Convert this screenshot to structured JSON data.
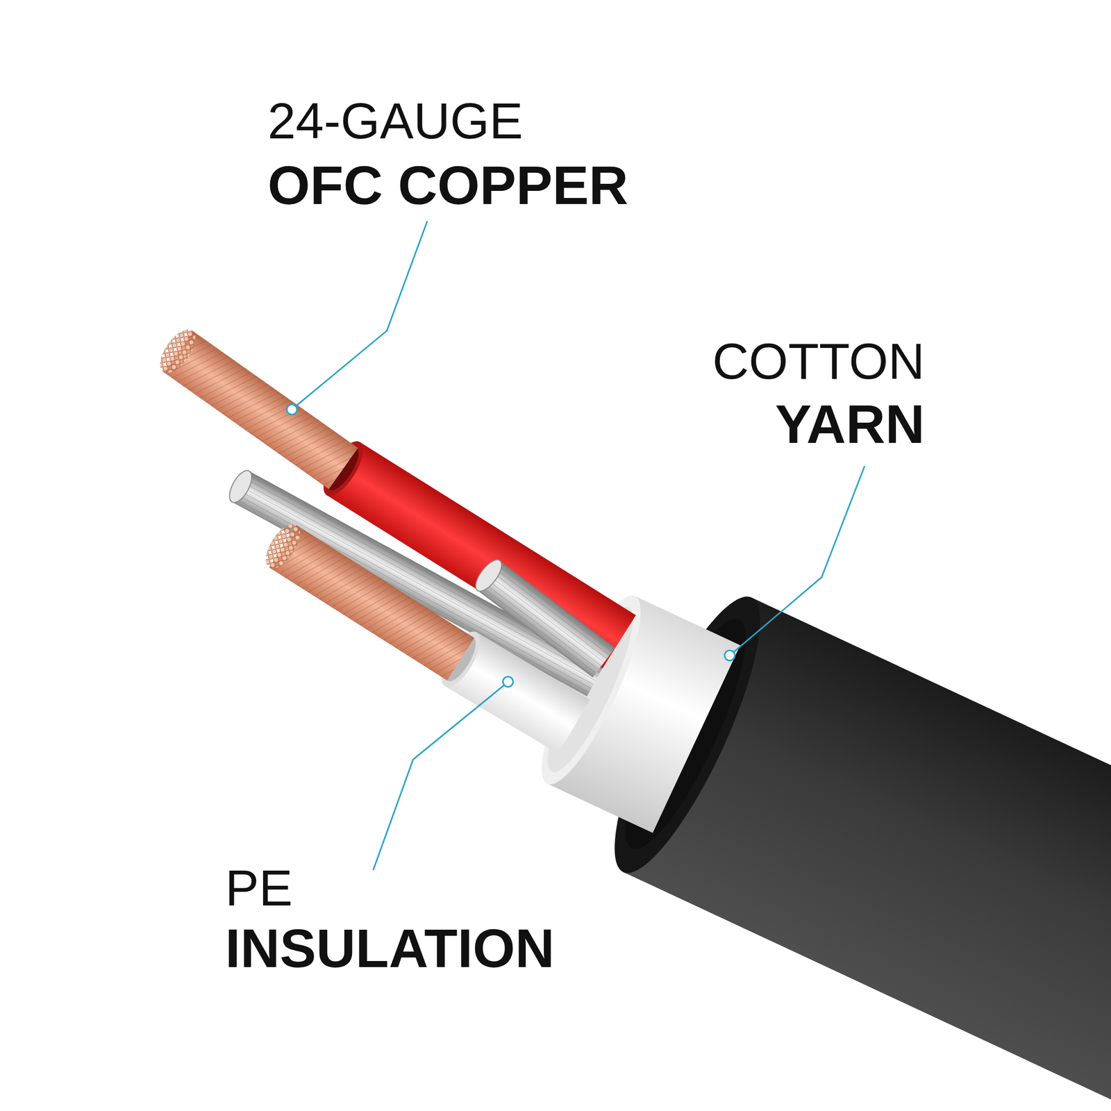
{
  "diagram": {
    "labels": [
      "24-GAUGE",
      "OFC COPPER",
      "COTTON",
      "YARN",
      "PE",
      "INSULATION"
    ]
  }
}
